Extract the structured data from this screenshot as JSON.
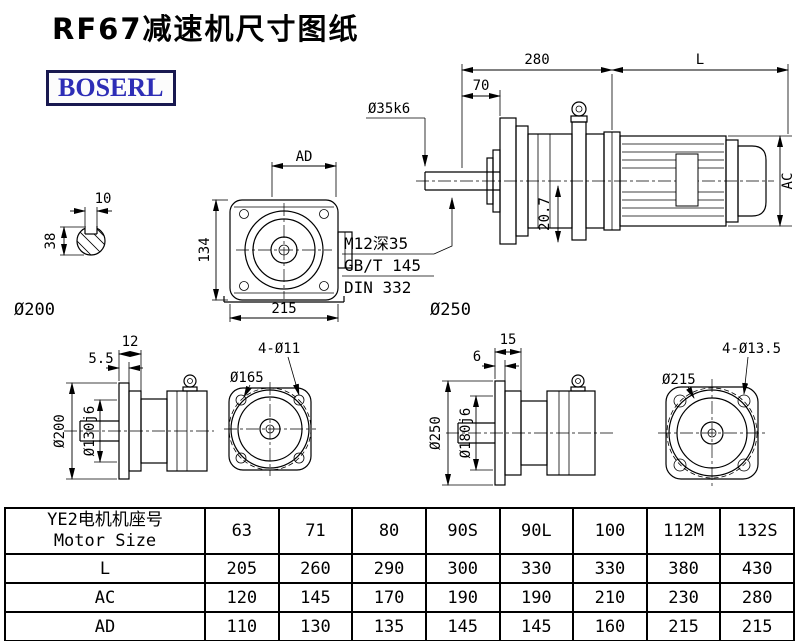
{
  "page": {
    "title": "RF67减速机尺寸图纸",
    "brand": "BOSERL"
  },
  "colors": {
    "line": "#000000",
    "brand_text": "#2d2db6",
    "brand_border": "#191950"
  },
  "dims": {
    "key_width": "10",
    "shaft_d": "38",
    "flange200_label": "Ø200",
    "flange250_label": "Ø250",
    "ad": "AD",
    "front_h": "134",
    "front_w": "215",
    "gear_len": "280",
    "motor_len": "L",
    "shaft_len": "70",
    "shaft_dia": "Ø35k6",
    "ac": "AC",
    "foot": "20.7",
    "note_tap": "M12深35",
    "note_gb": "GB/T 145",
    "note_din": "DIN 332",
    "f200_t1": "12",
    "f200_t2": "5.5",
    "f200_od": "Ø200",
    "f200_pilot": "Ø130j6",
    "f200_holes": "4-Ø11",
    "f200_bc": "Ø165",
    "f250_t1": "15",
    "f250_t2": "6",
    "f250_od": "Ø250",
    "f250_pilot": "Ø180j6",
    "f250_holes": "4-Ø13.5",
    "f250_bc": "Ø215"
  },
  "table": {
    "header": {
      "title_cn": "YE2电机机座号",
      "title_en": "Motor Size",
      "sizes": [
        "63",
        "71",
        "80",
        "90S",
        "90L",
        "100",
        "112M",
        "132S"
      ]
    },
    "rows": [
      {
        "label": "L",
        "values": [
          "205",
          "260",
          "290",
          "300",
          "330",
          "330",
          "380",
          "430"
        ]
      },
      {
        "label": "AC",
        "values": [
          "120",
          "145",
          "170",
          "190",
          "190",
          "210",
          "230",
          "280"
        ]
      },
      {
        "label": "AD",
        "values": [
          "110",
          "130",
          "135",
          "145",
          "145",
          "160",
          "215",
          "215"
        ]
      }
    ]
  }
}
